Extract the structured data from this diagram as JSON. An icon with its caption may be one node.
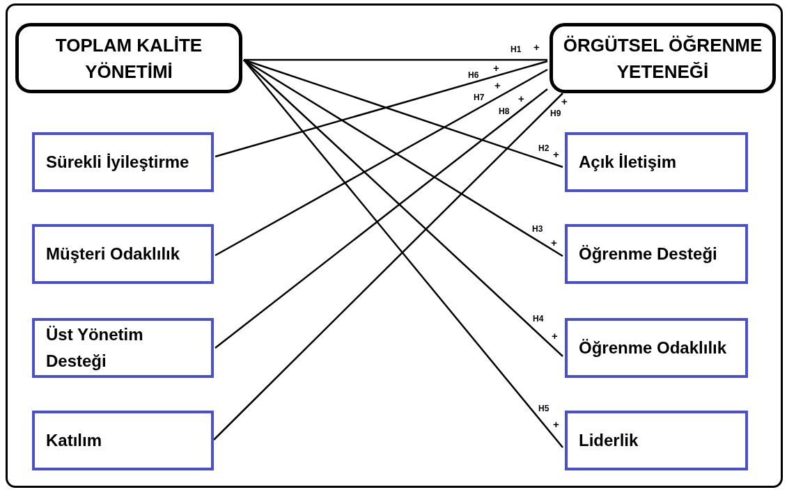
{
  "diagram": {
    "nodes": [
      {
        "text": [
          "TOPLAM KALİTE YÖNETİMİ"
        ]
      },
      {
        "text": [
          "ÖRGÜTSEL ÖĞRENME YETENEĞİ"
        ]
      },
      {
        "text": [
          "Sürekli İyileştirme"
        ]
      },
      {
        "text": [
          "Müşteri Odaklılık"
        ]
      },
      {
        "text": [
          "Üst Yönetim Desteği"
        ]
      },
      {
        "text": [
          "Katılım"
        ]
      },
      {
        "text": [
          "Açık İletişim"
        ]
      },
      {
        "text": [
          "Öğrenme Desteği"
        ]
      },
      {
        "text": [
          "Öğrenme Odaklılık"
        ]
      },
      {
        "text": [
          "Liderlik"
        ]
      }
    ],
    "edges": [
      {
        "from": 0,
        "to": 1,
        "arrow": "none",
        "label": "H1"
      },
      {
        "from": 0,
        "to": 6,
        "arrow": "none",
        "label": "H2"
      },
      {
        "from": 0,
        "to": 7,
        "arrow": "none",
        "label": "H3"
      },
      {
        "from": 0,
        "to": 8,
        "arrow": "none",
        "label": "H4"
      },
      {
        "from": 0,
        "to": 9,
        "arrow": "none",
        "label": "H5"
      },
      {
        "from": 2,
        "to": 1,
        "arrow": "none",
        "label": "H6"
      },
      {
        "from": 3,
        "to": 1,
        "arrow": "none",
        "label": "H7"
      },
      {
        "from": 4,
        "to": 1,
        "arrow": "none",
        "label": "H8"
      },
      {
        "from": 5,
        "to": 1,
        "arrow": "none",
        "label": "H9"
      }
    ],
    "labels": [
      "+",
      "+",
      "+",
      "+",
      "+",
      "+",
      "+",
      "+",
      "+"
    ]
  }
}
